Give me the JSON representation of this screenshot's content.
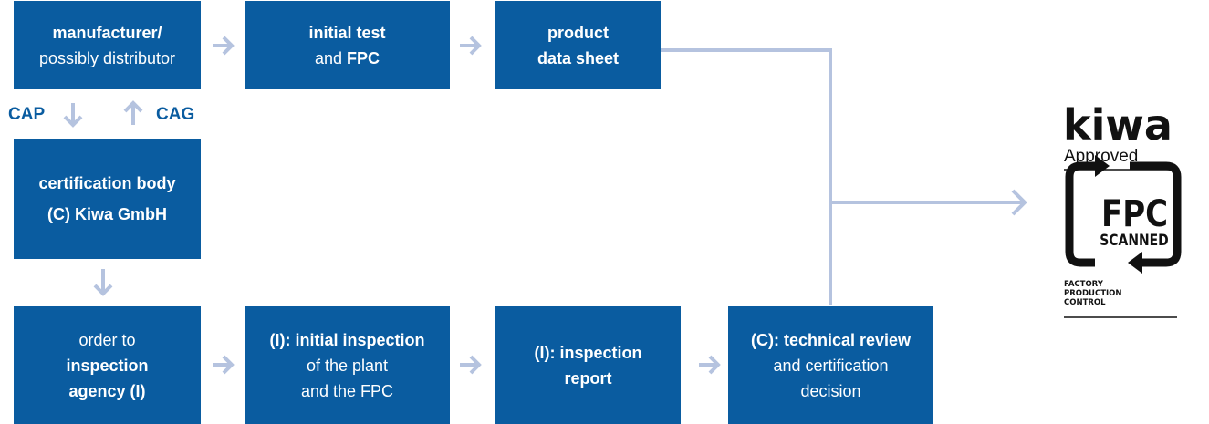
{
  "boxes": {
    "manufacturer": {
      "line1": "manufacturer/",
      "line2": "possibly distributor"
    },
    "initial_test": {
      "line1": "initial test",
      "line2_pre": "and ",
      "line2_bold": "FPC"
    },
    "product_data_sheet": {
      "line1": "product",
      "line2": "data sheet"
    },
    "certification_body": {
      "line1": "certification body",
      "line2": "(C) Kiwa GmbH"
    },
    "order": {
      "line1": "order to",
      "line2": "inspection",
      "line3": "agency (I)"
    },
    "initial_inspection": {
      "line1": "(I): initial inspection",
      "line2": "of the plant",
      "line3": "and the FPC"
    },
    "inspection_report": {
      "line1": "(I): inspection",
      "line2": "report"
    },
    "technical_review": {
      "line1": "(C): technical review",
      "line2": "and certification",
      "line3": "decision"
    }
  },
  "labels": {
    "cap": "CAP",
    "cag": "CAG"
  },
  "logo": {
    "brand": "kiwa",
    "approved": "Approved",
    "stamp_big": "FPC",
    "stamp_small": "SCANNED",
    "caption": [
      "FACTORY",
      "PRODUCTION",
      "CONTROL"
    ]
  },
  "colors": {
    "box": "#0a5ca0",
    "arrow": "#b5c3df",
    "label": "#0a5ca0"
  }
}
